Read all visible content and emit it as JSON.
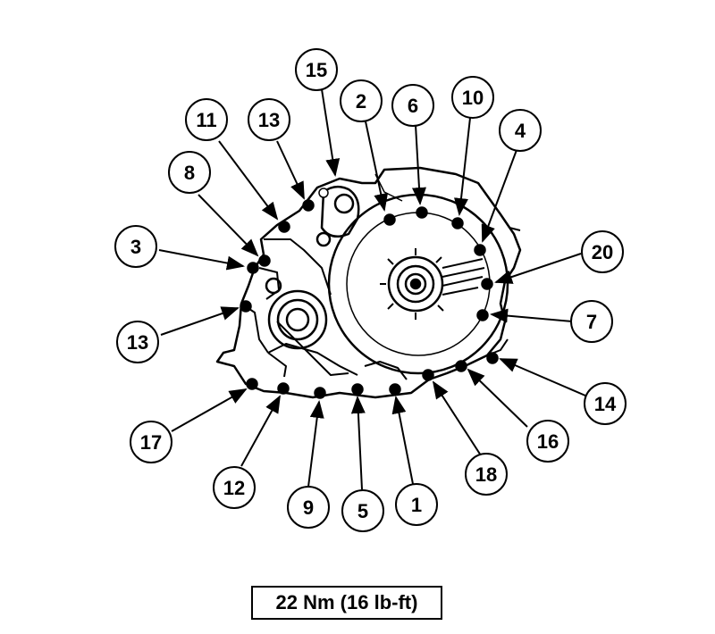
{
  "torque_spec": "22 Nm (16 lb-ft)",
  "callouts": [
    {
      "id": "c15",
      "label": "15"
    },
    {
      "id": "c2",
      "label": "2"
    },
    {
      "id": "c6",
      "label": "6"
    },
    {
      "id": "c10",
      "label": "10"
    },
    {
      "id": "c4",
      "label": "4"
    },
    {
      "id": "c11",
      "label": "11"
    },
    {
      "id": "c13a",
      "label": "13"
    },
    {
      "id": "c8",
      "label": "8"
    },
    {
      "id": "c3",
      "label": "3"
    },
    {
      "id": "c20",
      "label": "20"
    },
    {
      "id": "c7",
      "label": "7"
    },
    {
      "id": "c13b",
      "label": "13"
    },
    {
      "id": "c14",
      "label": "14"
    },
    {
      "id": "c17",
      "label": "17"
    },
    {
      "id": "c16",
      "label": "16"
    },
    {
      "id": "c18",
      "label": "18"
    },
    {
      "id": "c12",
      "label": "12"
    },
    {
      "id": "c9",
      "label": "9"
    },
    {
      "id": "c5",
      "label": "5"
    },
    {
      "id": "c1",
      "label": "1"
    }
  ]
}
